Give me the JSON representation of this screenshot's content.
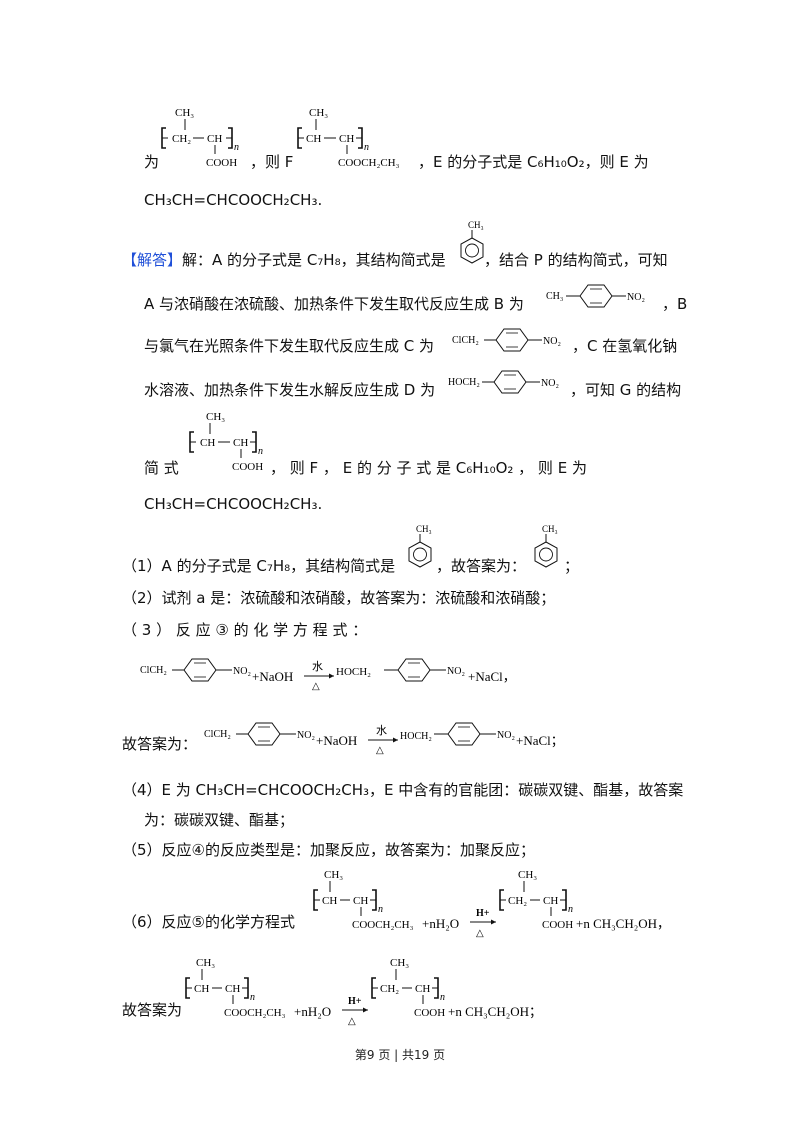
{
  "p1": {
    "wei": "为",
    "ze_f": "，则 F",
    "e_formula_pre": "，E 的分子式是 C",
    "e_formula_c": "6",
    "e_formula_h": "H",
    "e_formula_hn": "10",
    "e_formula_o": "O",
    "e_formula_on": "2",
    "e_formula_post": "，则 E 为"
  },
  "p1b": "CH₃CH=CHCOOCH₂CH₃.",
  "jieda": {
    "tag": "【解答】",
    "l1a": "解：A 的分子式是 C₇H₈，其结构简式是",
    "l1b": "，结合 P 的结构简式，可知",
    "l2a": "A 与浓硝酸在浓硫酸、加热条件下发生取代反应生成 B 为",
    "l2b": "，B",
    "l3a": "与氯气在光照条件下发生取代反应生成 C 为",
    "l3b": "，C 在氢氧化钠",
    "l4a": "水溶液、加热条件下发生水解反应生成 D 为",
    "l4b": "，可知 G 的结构",
    "l5a": "简  式",
    "l5b": "，  则  F  ，  E  的  分  子  式  是  C₆H₁₀O₂  ，  则  E  为",
    "l6": "CH₃CH=CHCOOCH₂CH₃."
  },
  "q1": {
    "a": "（1）A 的分子式是 C₇H₈，其结构简式是",
    "b": "，故答案为：",
    "c": "；"
  },
  "q2": "（2）试剂 a 是：浓硫酸和浓硝酸，故答案为：浓硫酸和浓硝酸；",
  "q3": {
    "label": "（  3  ）  反  应  ③  的  化  学  方  程  式  ：",
    "answer_pre": "故答案为："
  },
  "q4": {
    "l1": "（4）E 为 CH₃CH=CHCOOCH₂CH₃，E 中含有的官能团：碳碳双键、酯基，故答案",
    "l2": "为：碳碳双键、酯基；"
  },
  "q5": "（5）反应④的反应类型是：加聚反应，故答案为：加聚反应；",
  "q6": {
    "label": "（6）反应⑤的化学方程式",
    "answer_pre": "故答案为"
  },
  "chem": {
    "ch3": "CH₃",
    "ch2": "CH₂",
    "ch": "CH",
    "cooh": "COOH",
    "cooch2ch3": "COOCH₂CH₃",
    "n": "n",
    "no2": "NO₂",
    "clch2": "ClCH₂",
    "hoch2": "HOCH₂",
    "naoh": "+NaOH",
    "water": "水",
    "delta": "△",
    "nacl": "+NaCl，",
    "nacl2": "+NaCl；",
    "nh2o": "+nH₂O",
    "hplus": "H+",
    "plus_ethanol": "+n CH₃CH₂OH，",
    "plus_ethanol2": "+n CH₃CH₂OH；",
    "e_tail": "，E 的分子式是 C₆H₁₀O₂，则 E 为"
  },
  "footer": {
    "text": "第9 页  |  共19 页"
  }
}
